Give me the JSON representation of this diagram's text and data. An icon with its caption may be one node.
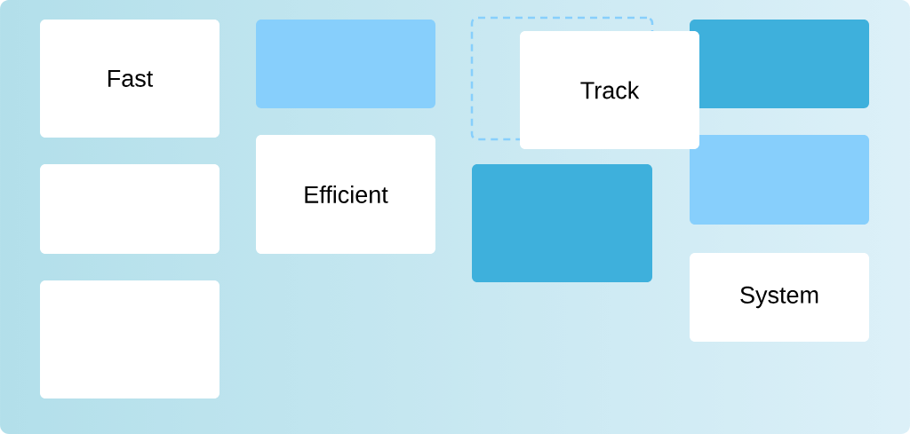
{
  "diagram": {
    "nodes": [
      {
        "text": [
          "Fast"
        ]
      },
      {
        "text": [],
        "shape": "box"
      },
      {
        "text": [],
        "shape": "box"
      },
      {
        "text": [],
        "shape": "box"
      },
      {
        "text": [
          "Efficient"
        ]
      },
      {
        "text": [],
        "shape": "box"
      },
      {
        "text": [
          "Track"
        ]
      },
      {
        "text": [],
        "shape": "box"
      },
      {
        "text": [],
        "shape": "box"
      },
      {
        "text": [],
        "shape": "box"
      },
      {
        "text": [
          "System"
        ]
      }
    ]
  }
}
